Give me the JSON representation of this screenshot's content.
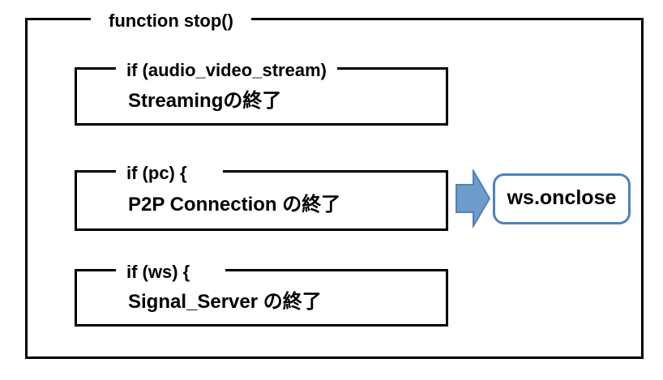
{
  "diagram": {
    "title": "function stop()",
    "blocks": [
      {
        "label": "if (audio_video_stream)",
        "content": "Streamingの終了"
      },
      {
        "label": "if (pc) {",
        "content": "P2P Connection の終了"
      },
      {
        "label": "if (ws) {",
        "content": "Signal_Server の終了"
      }
    ],
    "arrow": {
      "direction": "right"
    },
    "callout": {
      "label": "ws.onclose"
    },
    "colors": {
      "line": "#000000",
      "text": "#000000",
      "background": "#ffffff",
      "arrow_fill": "#6f9bcb",
      "arrow_stroke": "#4f81bd",
      "callout_border": "#4f81bd"
    }
  }
}
